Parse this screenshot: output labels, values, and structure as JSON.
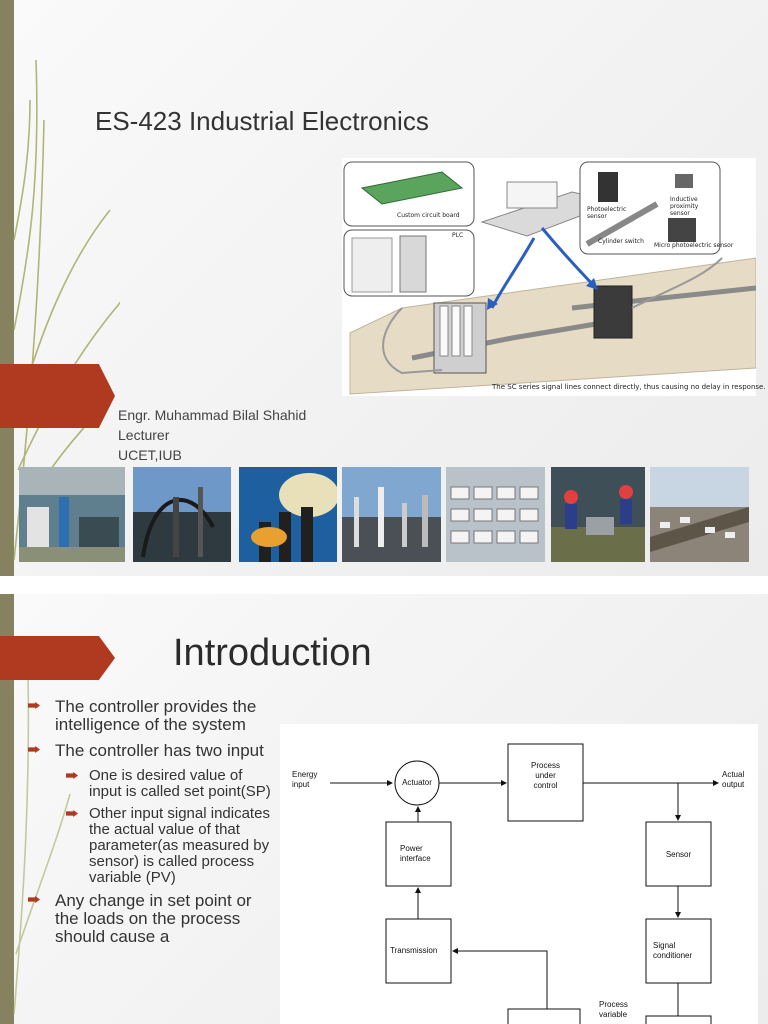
{
  "slide1": {
    "title": "ES-423 Industrial Electronics",
    "author": "Engr. Muhammad Bilal Shahid",
    "role": "Lecturer",
    "institution": "UCET,IUB",
    "hero": {
      "caption": "The SC series signal lines connect directly, thus causing no delay in response.",
      "labels": {
        "board": "Custom circuit board",
        "plc": "PLC",
        "photo_sensor": "Photoelectric sensor",
        "prox_sensor": "Inductive proximity sensor",
        "cyl_switch": "Cylinder switch",
        "micro_sensor": "Micro photoelectric sensor"
      }
    },
    "photo_strip": [
      "factory-floor-photo",
      "pipeline-plant-photo",
      "smokestacks-photo",
      "refinery-photo",
      "car-lot-photo",
      "assembly-line-photo",
      "shipyard-photo"
    ]
  },
  "slide2": {
    "title": "Introduction",
    "bullets": [
      {
        "level": 1,
        "text": "The controller provides the intelligence of the system"
      },
      {
        "level": 1,
        "text": "The controller has two input"
      },
      {
        "level": 2,
        "text": "One is desired value of input is called set point(SP)"
      },
      {
        "level": 2,
        "text": "Other input signal indicates the actual value of that parameter(as measured by sensor) is called process variable (PV)"
      },
      {
        "level": 1,
        "text": "Any change in set point or the loads on the process should cause a"
      }
    ],
    "diagram": {
      "energy_input": "Energy\ninput",
      "actuator": "Actuator",
      "process": "Process\nunder\ncontrol",
      "actual_output": "Actual\noutput",
      "power_interface": "Power\ninterface",
      "sensor": "Sensor",
      "transmission": "Transmission",
      "signal_conditioner": "Signal\nconditioner",
      "process_variable": "Process\nvariable"
    }
  },
  "colors": {
    "accent": "#b03a1f",
    "olive": "#86825f",
    "text": "#333333"
  }
}
